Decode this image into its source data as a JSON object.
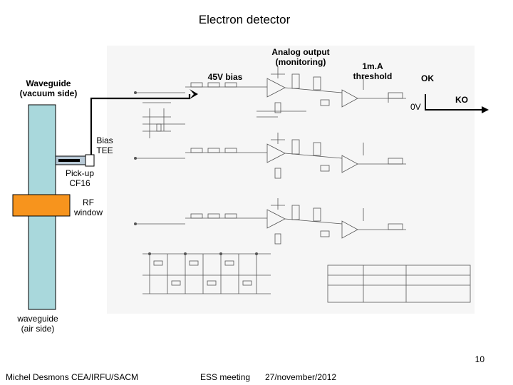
{
  "slide": {
    "title": "Electron detector",
    "page_number": "10",
    "footer": {
      "author": "Michel Desmons   CEA/IRFU/SACM",
      "event": "ESS meeting",
      "date": "27/november/2012"
    }
  },
  "labels": {
    "analog_output": [
      "Analog output",
      "(monitoring)"
    ],
    "bias_45v": "45V bias",
    "threshold": [
      "1m.A",
      "threshold"
    ],
    "ok": "OK",
    "ko": "KO",
    "zero_v": "0V",
    "waveguide_vacuum": [
      "Waveguide",
      "(vacuum side)"
    ],
    "bias_tee": [
      "Bias",
      "TEE"
    ],
    "pickup": [
      "Pick-up",
      "CF16"
    ],
    "rf_window": [
      "RF",
      "window"
    ],
    "waveguide_air": [
      "waveguide",
      "(air side)"
    ]
  },
  "colors": {
    "waveguide": "#a9d8dc",
    "rf_window": "#f7941d",
    "pickup_body": "#b8c9d6",
    "schematic_bg": "#f6f6f6",
    "schematic_ink": "#555555"
  }
}
